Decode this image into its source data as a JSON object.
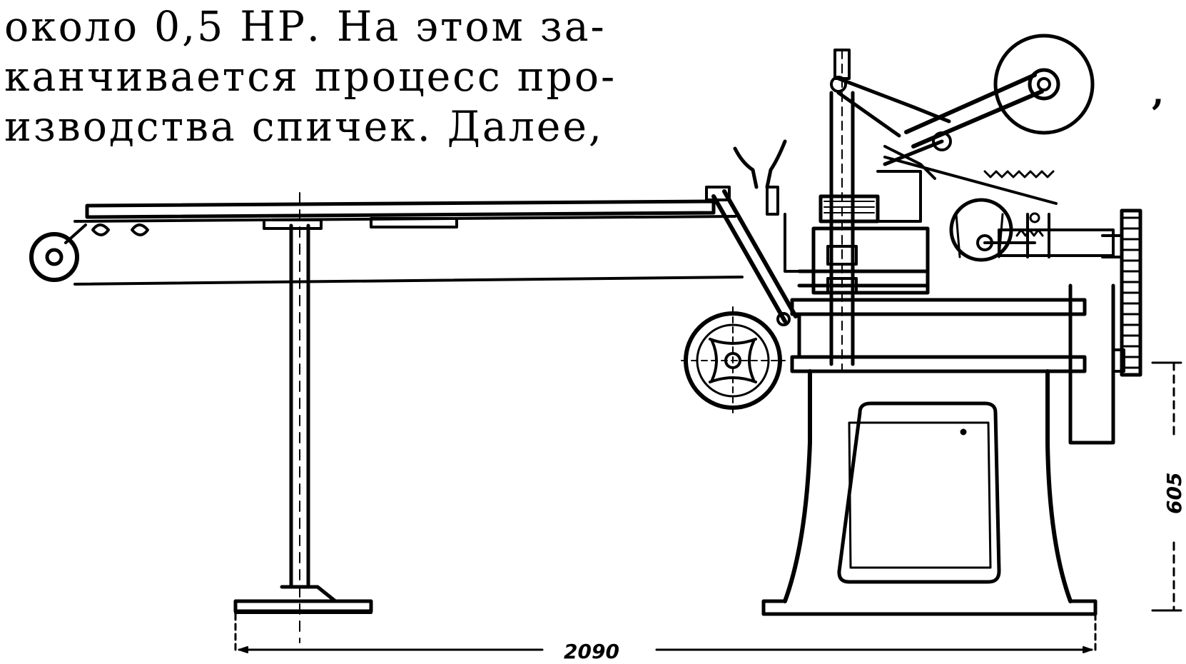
{
  "text": {
    "lines": [
      "около 0,5 НР. На этом за-",
      "канчивается процесс про-",
      "изводства спичек. Далее,"
    ]
  },
  "drawing": {
    "dimension_length": "2090",
    "dimension_height": "605"
  },
  "stray_mark": ","
}
